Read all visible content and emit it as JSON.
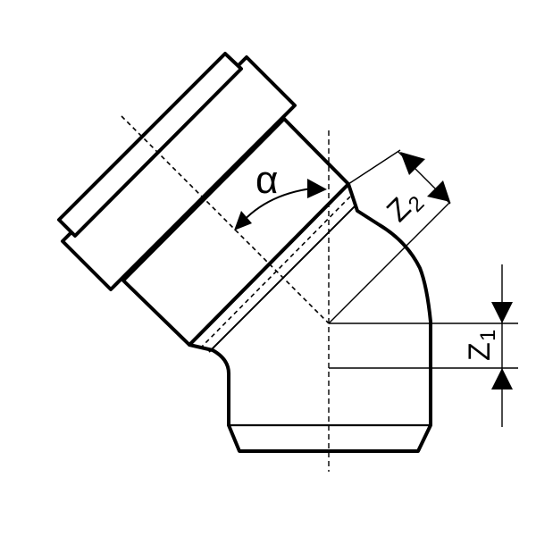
{
  "diagram": {
    "angle_label": "α",
    "z1_label": "Z",
    "z1_subscript": "1",
    "z2_label": "Z",
    "z2_subscript": "2"
  }
}
